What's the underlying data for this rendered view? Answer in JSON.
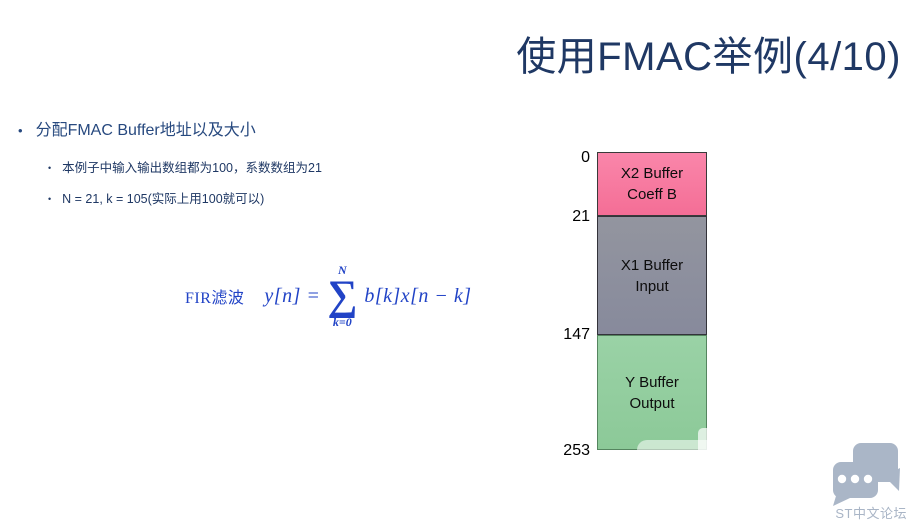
{
  "slide_title": "使用FMAC举例(4/10)",
  "content": {
    "bullet_glyph": "•",
    "bullet": "分配FMAC Buffer地址以及大小",
    "sub_bullets": [
      "本例子中输入输出数组都为100，系数数组为21",
      "N = 21, k = 105(实际上用100就可以)"
    ]
  },
  "formula": {
    "label": "FIR滤波",
    "lhs": "y[n] =",
    "sigma": "∑",
    "sum_upper": "N",
    "sum_lower": "k=0",
    "rhs": "b[k]x[n − k]"
  },
  "memory_map": {
    "address_ticks": [
      "0",
      "21",
      "147",
      "253"
    ],
    "blocks": [
      {
        "name": "X2 Buffer",
        "role": "Coeff B",
        "start": 0,
        "end": 21,
        "fill": "#f6789e"
      },
      {
        "name": "X1 Buffer",
        "role": "Input",
        "start": 21,
        "end": 147,
        "fill": "#8d90a0"
      },
      {
        "name": "Y Buffer",
        "role": "Output",
        "start": 147,
        "end": 253,
        "fill": "#91cd9f"
      }
    ]
  },
  "footer": {
    "logo_text": "ST中文论坛",
    "logo_color": "#a9b5c6"
  },
  "colors": {
    "title": "#1f3864",
    "bullet_text": "#27497f",
    "body_text": "#1f3864",
    "formula_blue": "#2143c6"
  }
}
